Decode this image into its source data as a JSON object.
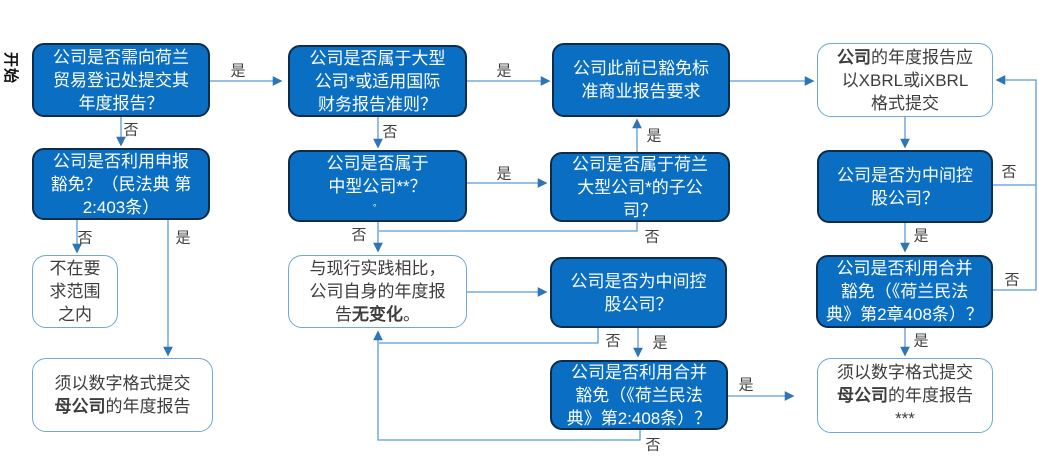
{
  "colors": {
    "node_fill": "#0a6fc2",
    "node_border": "#0c2c49",
    "node_text": "#ffffff",
    "end_fill": "#ffffff",
    "end_border": "#70a7d9",
    "end_text": "#3d3d3d",
    "line": "#5b9bd5",
    "arrow": "#2e75b6",
    "label_text": "#3f3f3f",
    "start_text": "#111111"
  },
  "start_label": "开始",
  "nodes": {
    "a1": {
      "runs": [
        {
          "t": "公司是否需向荷兰\n贸易登记处提交其\n年度报告？"
        }
      ]
    },
    "a2": {
      "runs": [
        {
          "t": "公司是否利用申报\n豁免？（民法典 第\n2:403条）"
        }
      ]
    },
    "a3": {
      "runs": [
        {
          "t": "不在要\n求范围\n之内"
        }
      ]
    },
    "a4": {
      "runs": [
        {
          "t": "须以数字格式提交\n"
        },
        {
          "t": "母公司",
          "b": true
        },
        {
          "t": "的年度报告"
        }
      ]
    },
    "b1": {
      "runs": [
        {
          "t": "公司是否属于大型\n公司*或适用国际\n财务报告准则？"
        }
      ]
    },
    "b2": {
      "runs": [
        {
          "t": "公司是否属于\n中型公司**？\n"
        },
        {
          "t": "。",
          "s": true
        }
      ]
    },
    "b3": {
      "runs": [
        {
          "t": "与现行实践相比，\n公司自身的年度报\n告"
        },
        {
          "t": "无变化",
          "b": true
        },
        {
          "t": "。"
        }
      ]
    },
    "c1": {
      "runs": [
        {
          "t": "公司此前已豁免标\n准商业报告要求"
        }
      ]
    },
    "c2": {
      "runs": [
        {
          "t": "公司是否属于荷兰\n大型公司*的子公\n司？"
        }
      ]
    },
    "c3": {
      "runs": [
        {
          "t": "公司是否为中间控\n股公司？"
        }
      ]
    },
    "c4": {
      "runs": [
        {
          "t": "公司是否利用合并\n豁免（《荷兰民法\n典》第2:408条）？"
        }
      ]
    },
    "d1": {
      "runs": [
        {
          "t": "公司",
          "b": true
        },
        {
          "t": "的年度报告应\n以XBRL或iXBRL\n格式提交"
        }
      ]
    },
    "d2": {
      "runs": [
        {
          "t": "公司是否为中间控\n股公司？"
        }
      ]
    },
    "d3": {
      "runs": [
        {
          "t": "公司是否利用合并\n豁免（《荷兰民法\n典》第2章408条）？"
        }
      ]
    },
    "d4": {
      "runs": [
        {
          "t": "须以数字格式提交\n"
        },
        {
          "t": "母公司",
          "b": true
        },
        {
          "t": "的年度报告\n***"
        }
      ]
    }
  },
  "labels": {
    "a1_yes": "是",
    "a1_no": "否",
    "a2_no": "否",
    "a2_yes": "是",
    "b1_yes": "是",
    "b1_no": "否",
    "b2_yes": "是",
    "b2_no": "否",
    "c2_yes": "是",
    "c2_no": "否",
    "c3_no": "否",
    "c3_yes": "是",
    "c4_no": "否",
    "c4_yes": "是",
    "d2_no": "否",
    "d2_yes": "是",
    "d3_no": "否",
    "d3_yes": "是"
  }
}
